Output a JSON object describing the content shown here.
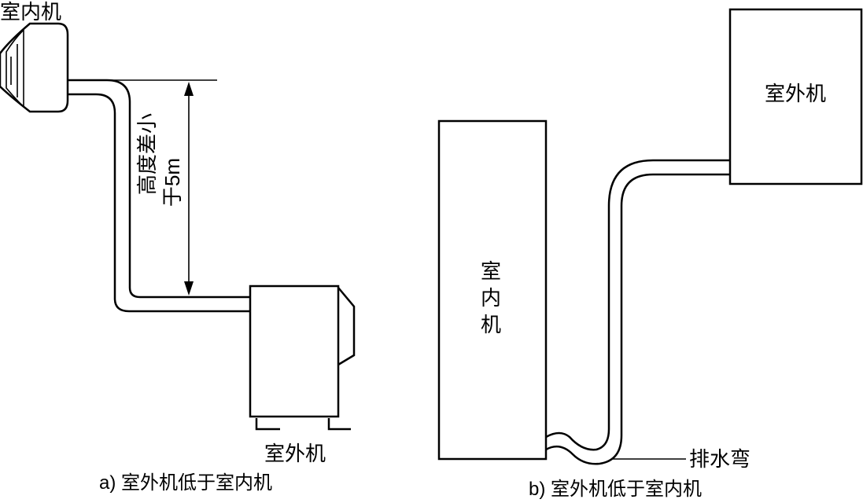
{
  "panel_a": {
    "indoor_label": "室内机",
    "height_label_line1": "高度差小",
    "height_label_line2": "于5m",
    "outdoor_label": "室外机",
    "caption": "a) 室外机低于室内机"
  },
  "panel_b": {
    "indoor_char_1": "室",
    "indoor_char_2": "内",
    "indoor_char_3": "机",
    "outdoor_label": "室外机",
    "trap_label": "排水弯",
    "caption": "b) 室外机低于室内机"
  }
}
